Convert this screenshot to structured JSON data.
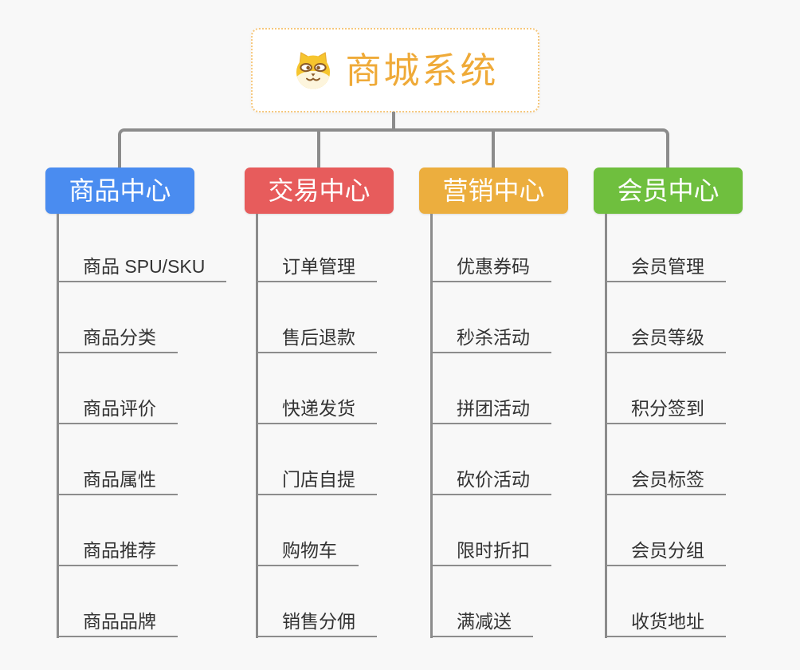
{
  "root": {
    "title": "商城系统",
    "icon": "doge-icon"
  },
  "branches": [
    {
      "label": "商品中心",
      "color": "#4a8cf0",
      "children": [
        "商品 SPU/SKU",
        "商品分类",
        "商品评价",
        "商品属性",
        "商品推荐",
        "商品品牌"
      ]
    },
    {
      "label": "交易中心",
      "color": "#e75c5c",
      "children": [
        "订单管理",
        "售后退款",
        "快递发货",
        "门店自提",
        "购物车",
        "销售分佣"
      ]
    },
    {
      "label": "营销中心",
      "color": "#ecae3e",
      "children": [
        "优惠券码",
        "秒杀活动",
        "拼团活动",
        "砍价活动",
        "限时折扣",
        "满减送"
      ]
    },
    {
      "label": "会员中心",
      "color": "#6fbf3e",
      "children": [
        "会员管理",
        "会员等级",
        "积分签到",
        "会员标签",
        "会员分组",
        "收货地址"
      ]
    }
  ],
  "colors": {
    "background": "#f8f8f8",
    "connector": "#8c8c8c",
    "root_text": "#efaa38",
    "root_border": "#f6c77c",
    "branch_text": "#ffffff",
    "leaf_text": "#333333"
  }
}
